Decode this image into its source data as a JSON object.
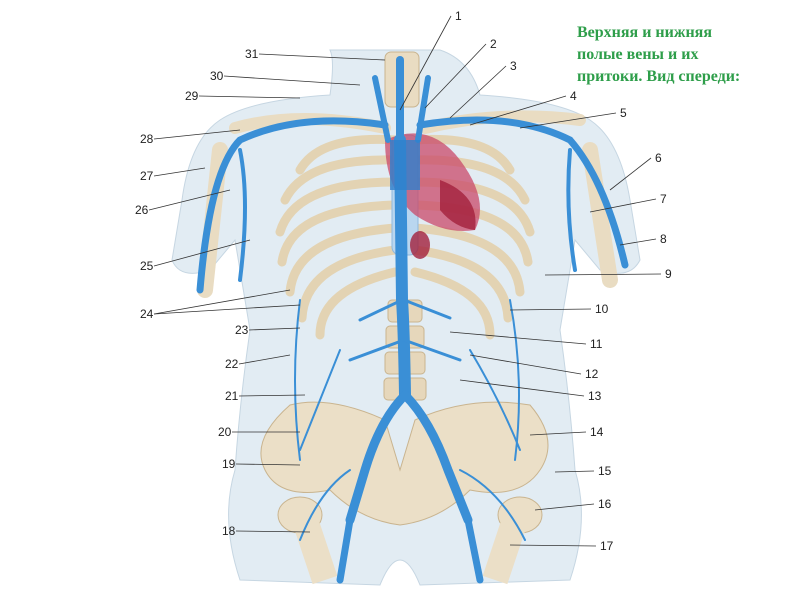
{
  "title": {
    "line1": "Верхняя и нижняя",
    "line2": "полые вены и их",
    "line3": "притоки. Вид спереди:"
  },
  "labels": [
    "1",
    "2",
    "3",
    "4",
    "5",
    "6",
    "7",
    "8",
    "9",
    "10",
    "11",
    "12",
    "13",
    "14",
    "15",
    "16",
    "17",
    "18",
    "19",
    "20",
    "21",
    "22",
    "23",
    "24",
    "25",
    "26",
    "27",
    "28",
    "29",
    "30",
    "31"
  ],
  "colors": {
    "title": "#2e9e4a",
    "vein": "#3a8fd6",
    "vein_dark": "#1f66b0",
    "bone": "#e9dcc2",
    "skin": "#dfe9f1",
    "heart": "#c94a6a",
    "heart_dark": "#a3203c"
  }
}
